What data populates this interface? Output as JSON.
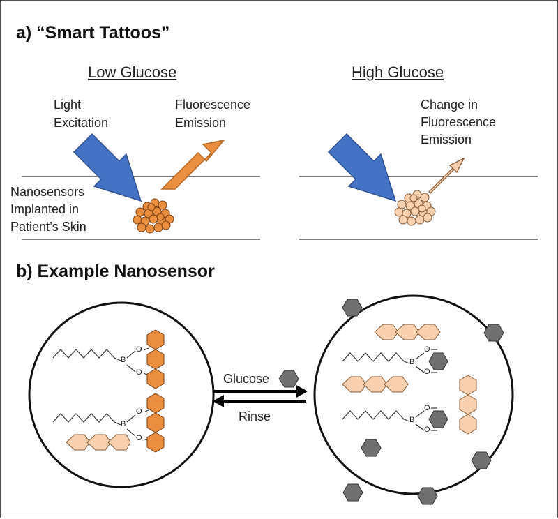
{
  "panel_a": {
    "heading": "a) “Smart Tattoos”",
    "low": {
      "title": "Low Glucose",
      "light_label": [
        "Light",
        "Excitation"
      ],
      "emission_label": [
        "Fluorescence",
        "Emission"
      ],
      "skin_label": [
        "Nanosensors",
        "Implanted in",
        "Patient’s Skin"
      ]
    },
    "high": {
      "title": "High Glucose",
      "emission_label": [
        "Change in",
        "Fluorescence",
        "Emission"
      ]
    }
  },
  "panel_b": {
    "heading": "b) Example Nanosensor",
    "forward_label": "Glucose",
    "reverse_label": "Rinse",
    "atom_boron": "B",
    "atom_oxygen": "O"
  },
  "colors": {
    "blue_arrow": "#4472c4",
    "orange": "#e98f3f",
    "peach": "#f9d1b1",
    "glucose_gray": "#707070",
    "line": "#333333"
  }
}
